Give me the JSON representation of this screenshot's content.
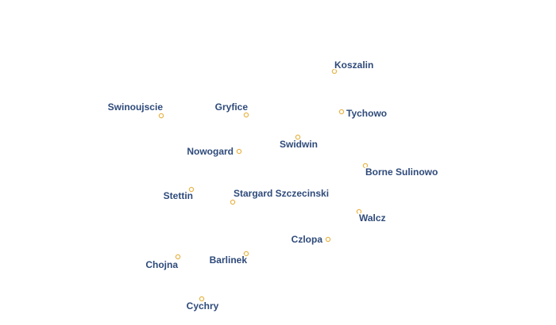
{
  "map": {
    "colors": {
      "label_fill": "#2e4a7a",
      "label_halo": "#ffffff",
      "marker_stroke": "#e8b64c",
      "marker_fill": "#ffffff",
      "background": "#ffffff"
    },
    "places": [
      {
        "id": "koszalin",
        "name": "Koszalin"
      },
      {
        "id": "swinoujscie",
        "name": "Swinoujscie"
      },
      {
        "id": "gryfice",
        "name": "Gryfice"
      },
      {
        "id": "tychowo",
        "name": "Tychowo"
      },
      {
        "id": "swidwin",
        "name": "Swidwin"
      },
      {
        "id": "nowogard",
        "name": "Nowogard"
      },
      {
        "id": "borne-sulinowo",
        "name": "Borne Sulinowo"
      },
      {
        "id": "stettin",
        "name": "Stettin"
      },
      {
        "id": "stargard-szczecinski",
        "name": "Stargard Szczecinski"
      },
      {
        "id": "walcz",
        "name": "Walcz"
      },
      {
        "id": "czlopa",
        "name": "Czlopa"
      },
      {
        "id": "barlinek",
        "name": "Barlinek"
      },
      {
        "id": "chojna",
        "name": "Chojna"
      },
      {
        "id": "cychry",
        "name": "Cychry"
      }
    ]
  }
}
